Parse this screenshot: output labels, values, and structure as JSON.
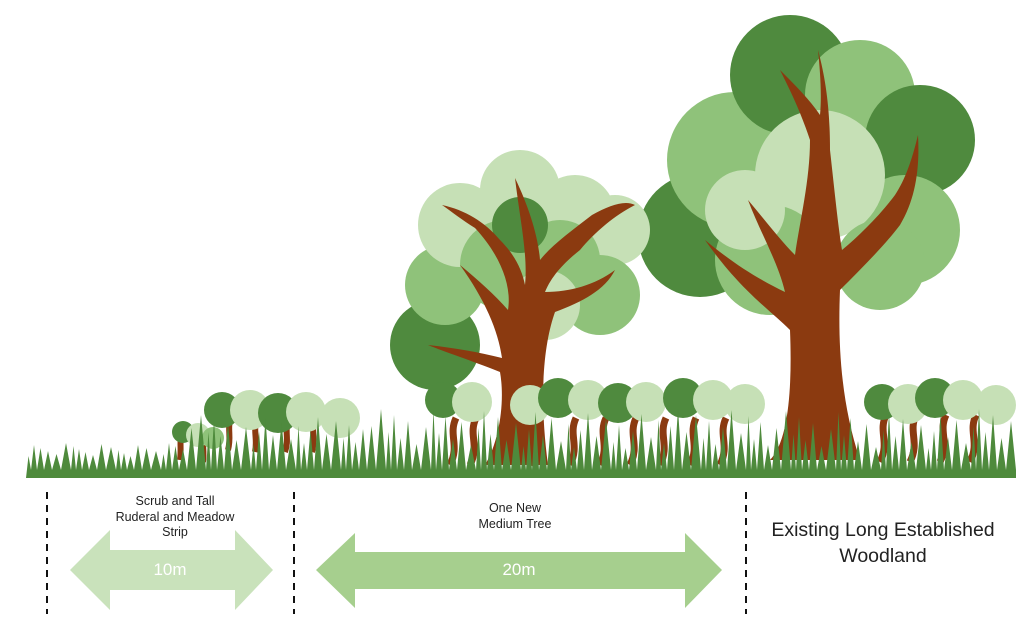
{
  "colors": {
    "trunk": "#8b3a10",
    "foliage_dark": "#4f8a3e",
    "foliage_mid": "#8fc27a",
    "foliage_light": "#c6e0b6",
    "grass": "#4e8a3c",
    "arrow_small": "#c9e2bb",
    "arrow_large": "#a6cf8e"
  },
  "zones": {
    "scrub": {
      "label_lines": [
        "Scrub and Tall",
        "Ruderal and Meadow",
        "Strip"
      ],
      "width_label": "10m"
    },
    "tree": {
      "label_lines": [
        "One New",
        "Medium Tree"
      ],
      "width_label": "20m"
    },
    "woodland": {
      "label_lines": [
        "Existing Long Established",
        "Woodland"
      ]
    }
  }
}
